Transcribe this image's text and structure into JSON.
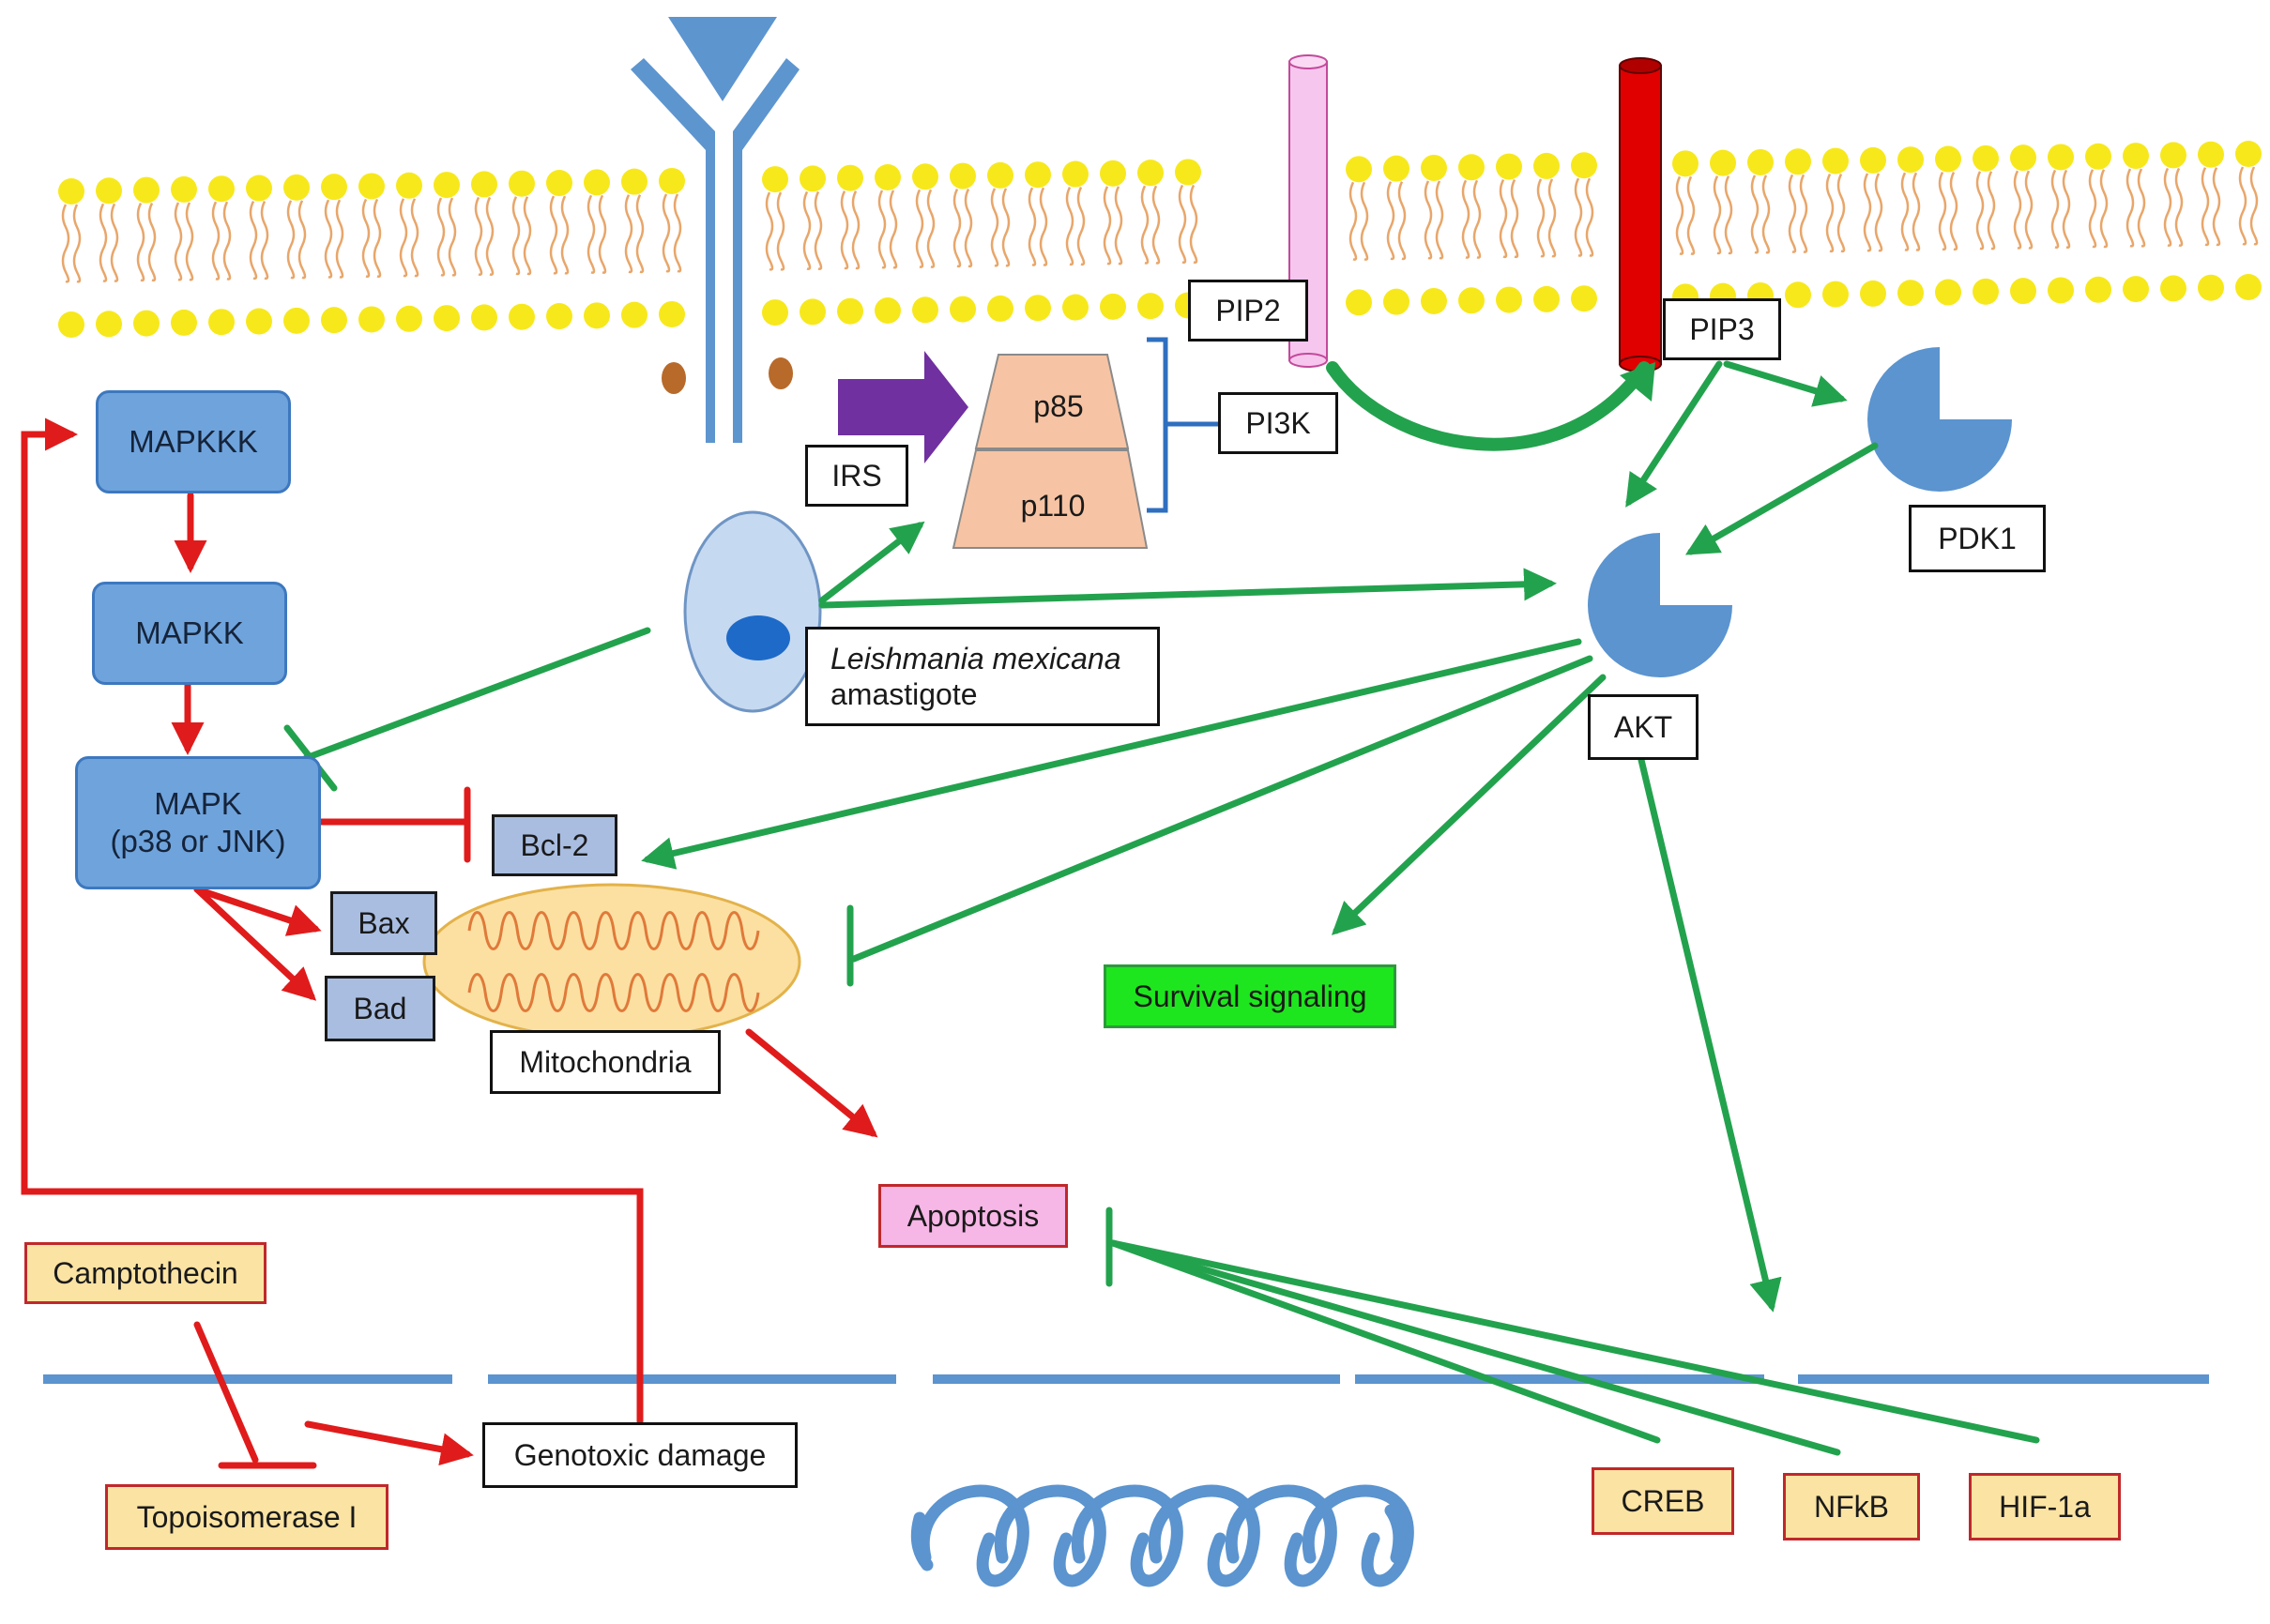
{
  "colors": {
    "membrane_head": "#f7e81c",
    "membrane_tail": "#e8a66a",
    "receptor_blue": "#5d95cf",
    "inhibit_green": "#23a24d",
    "activate_red": "#e01b1b",
    "pi3k_subunit": "#f6c4a4",
    "arrow_purple": "#7030a0",
    "pip2_pink": "#f7c6ef",
    "pip3_red": "#e00000",
    "mito_fill": "#fbe0a2"
  },
  "labels": {
    "mapkkk": "MAPKKK",
    "mapkk": "MAPKK",
    "mapk_line1": "MAPK",
    "mapk_line2": "(p38 or JNK)",
    "irs": "IRS",
    "p85": "p85",
    "p110": "p110",
    "pi3k": "PI3K",
    "pip2": "PIP2",
    "pip3": "PIP3",
    "pdk1": "PDK1",
    "akt": "AKT",
    "leish_line1": "Leishmania mexicana",
    "leish_line2": "amastigote",
    "bcl2": "Bcl-2",
    "bax": "Bax",
    "bad": "Bad",
    "mitochondria": "Mitochondria",
    "survival": "Survival  signaling",
    "apoptosis": "Apoptosis",
    "camptothecin": "Camptothecin",
    "topoisomerase": "Topoisomerase  I",
    "genotoxic": "Genotoxic damage",
    "creb": "CREB",
    "nfkb": "NFkB",
    "hif": "HIF-1a"
  }
}
